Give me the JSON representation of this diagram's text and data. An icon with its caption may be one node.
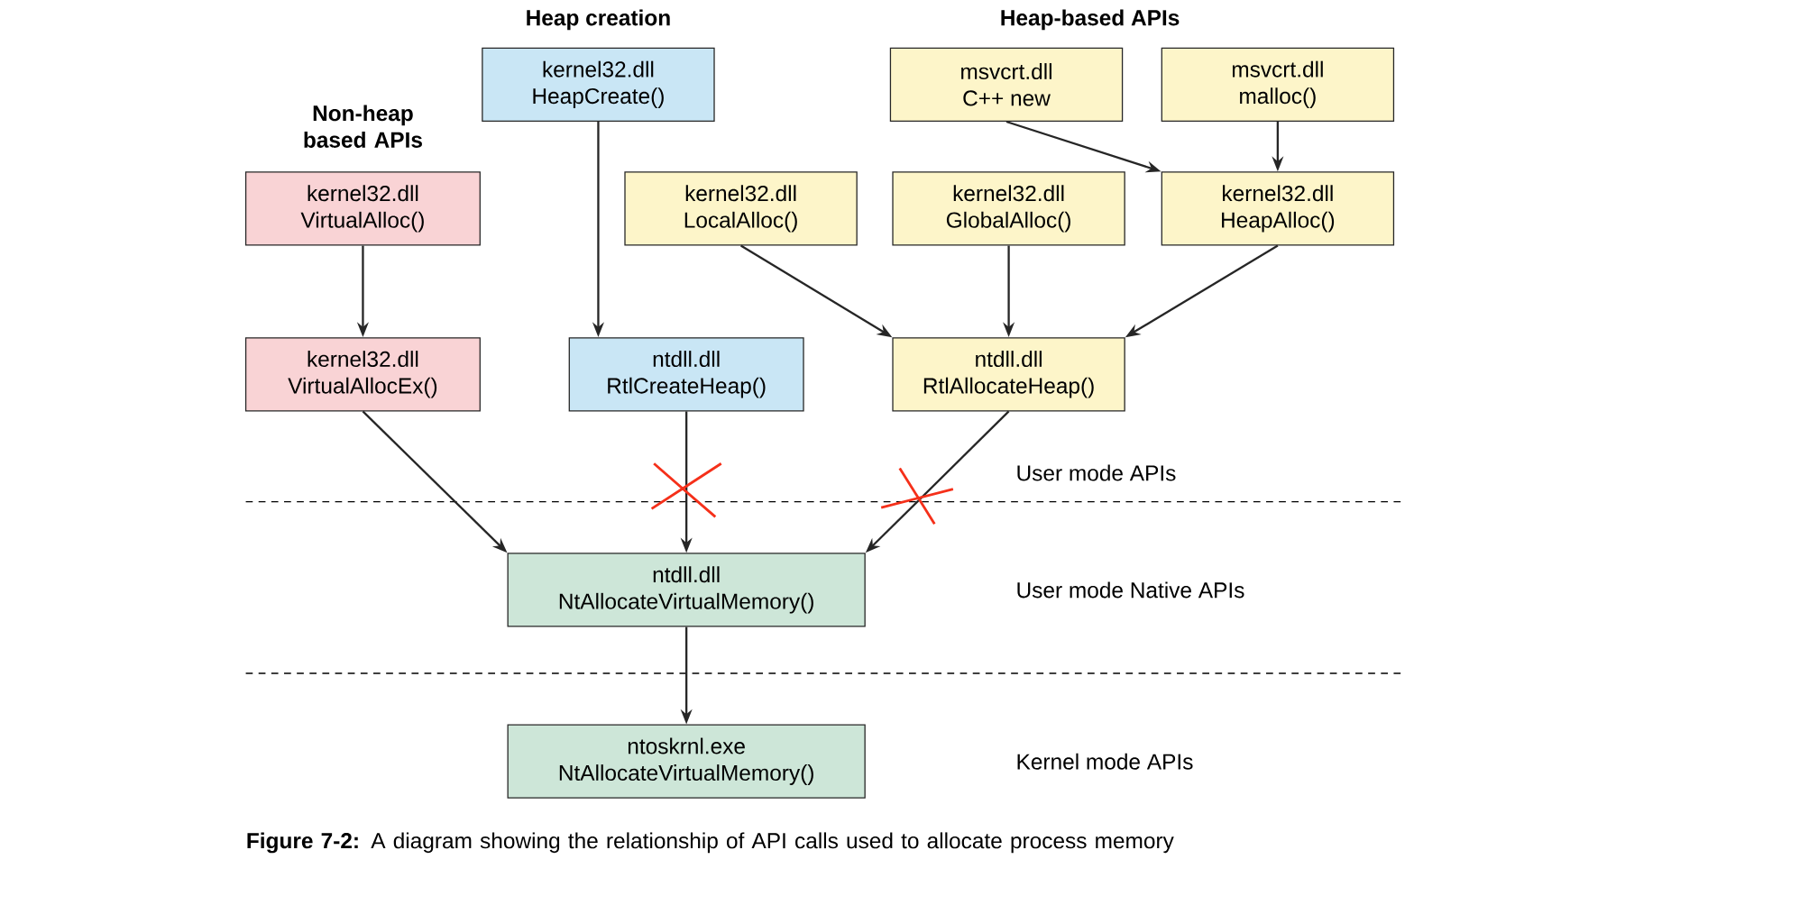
{
  "diagram": {
    "caption": "**Figure 7-2:** A diagram showing the relationship of API calls used to allocate process memory",
    "nodes": [
      {
        "text": [
          "kernel32.dll",
          "HeapCreate()"
        ]
      },
      {
        "text": [
          "msvcrt.dll",
          "C++ new"
        ]
      },
      {
        "text": [
          "msvcrt.dll",
          "malloc()"
        ]
      },
      {
        "text": [
          "kernel32.dll",
          "VirtualAlloc()"
        ]
      },
      {
        "text": [
          "kernel32.dll",
          "LocalAlloc()"
        ]
      },
      {
        "text": [
          "kernel32.dll",
          "GlobalAlloc()"
        ]
      },
      {
        "text": [
          "kernel32.dll",
          "HeapAlloc()"
        ]
      },
      {
        "text": [
          "kernel32.dll",
          "VirtualAllocEx()"
        ]
      },
      {
        "text": [
          "ntdll.dll",
          "RtlCreateHeap()"
        ]
      },
      {
        "text": [
          "ntdll.dll",
          "RtlAllocateHeap()"
        ]
      },
      {
        "text": [
          "ntdll.dll",
          "NtAllocateVirtualMemory()"
        ]
      },
      {
        "text": [
          "ntoskrnl.exe",
          "NtAllocateVirtualMemory()"
        ]
      }
    ],
    "edges": [
      {
        "from": 0,
        "to": 8,
        "arrow": "to"
      },
      {
        "from": 1,
        "to": 6,
        "arrow": "to"
      },
      {
        "from": 2,
        "to": 6,
        "arrow": "to"
      },
      {
        "from": 3,
        "to": 7,
        "arrow": "to"
      },
      {
        "from": 4,
        "to": 9,
        "arrow": "to"
      },
      {
        "from": 5,
        "to": 9,
        "arrow": "to"
      },
      {
        "from": 6,
        "to": 9,
        "arrow": "to"
      },
      {
        "from": 7,
        "to": 10,
        "arrow": "to"
      },
      {
        "from": 8,
        "to": 10,
        "arrow": "to"
      },
      {
        "from": 9,
        "to": 10,
        "arrow": "to"
      },
      {
        "from": 10,
        "to": 11,
        "arrow": "to"
      }
    ],
    "labels": [
      "Heap creation",
      "Heap-based APIs",
      "Non-heap based APIs",
      "User mode APIs",
      "User mode Native APIs",
      "Kernel mode APIs"
    ]
  }
}
